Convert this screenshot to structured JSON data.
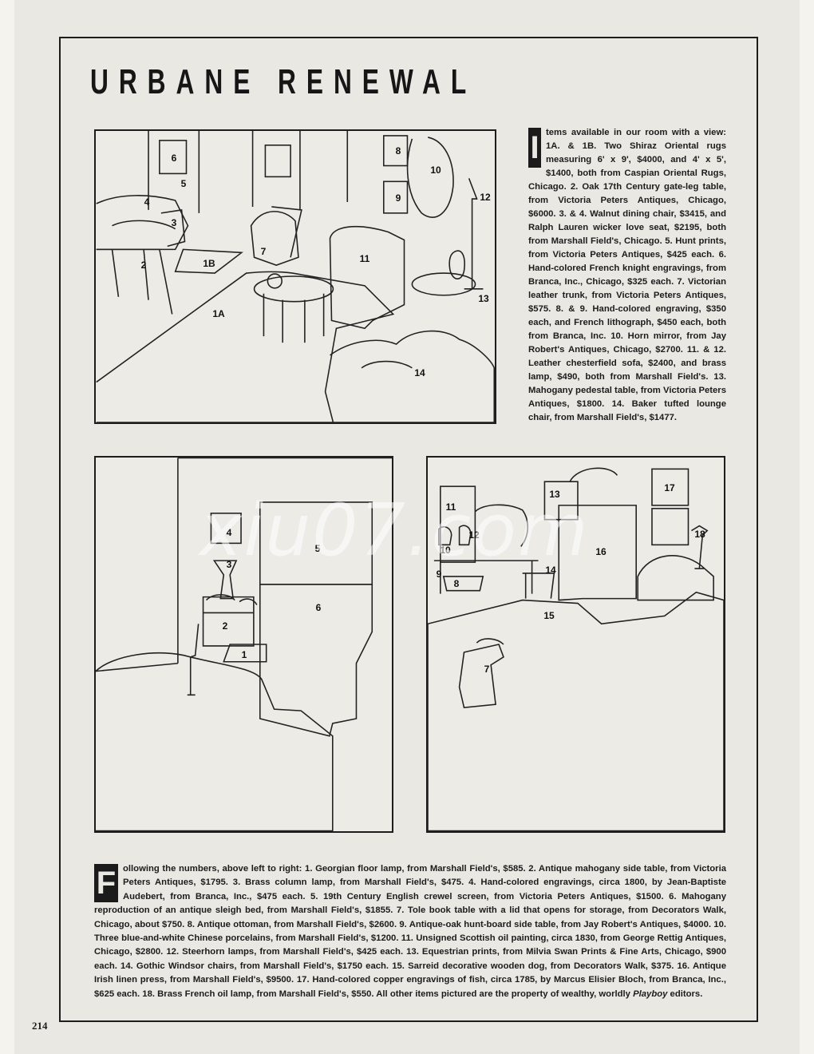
{
  "title": "URBANE RENEWAL",
  "page_number": "214",
  "watermark": "xiu07.com",
  "top_panel": {
    "labels": [
      "6",
      "5",
      "4",
      "3",
      "2",
      "1B",
      "1A",
      "7",
      "8",
      "9",
      "10",
      "12",
      "11",
      "13",
      "14"
    ]
  },
  "bottom_left_panel": {
    "labels": [
      "4",
      "3",
      "5",
      "6",
      "2",
      "1"
    ]
  },
  "bottom_right_panel": {
    "labels": [
      "11",
      "13",
      "17",
      "12",
      "10",
      "16",
      "18",
      "9",
      "8",
      "14",
      "15",
      "7"
    ]
  },
  "caption_right": {
    "dropcap": "I",
    "text": "tems available in our room with a view: 1A. & 1B. Two Shiraz Oriental rugs measuring 6' x 9', $4000, and 4' x 5', $1400, both from Caspian Oriental Rugs, Chicago. 2. Oak 17th Century gate-leg table, from Victoria Peters Antiques, Chicago, $6000. 3. & 4. Walnut dining chair, $3415, and Ralph Lauren wicker love seat, $2195, both from Marshall Field's, Chicago. 5. Hunt prints, from Victoria Peters Antiques, $425 each. 6. Hand-colored French knight engravings, from Branca, Inc., Chicago, $325 each. 7. Victorian leather trunk, from Victoria Peters Antiques, $575. 8. & 9. Hand-colored engraving, $350 each, and French lithograph, $450 each, both from Branca, Inc. 10. Horn mirror, from Jay Robert's Antiques, Chicago, $2700. 11. & 12. Leather chesterfield sofa, $2400, and brass lamp, $490, both from Marshall Field's. 13. Mahogany pedestal table, from Victoria Peters Antiques, $1800. 14. Baker tufted lounge chair, from Marshall Field's, $1477."
  },
  "caption_bottom": {
    "dropcap": "F",
    "text": "ollowing the numbers, above left to right: 1. Georgian floor lamp, from Marshall Field's, $585. 2. Antique mahogany side table, from Victoria Peters Antiques, $1795. 3. Brass column lamp, from Marshall Field's, $475. 4. Hand-colored engravings, circa 1800, by Jean-Baptiste Audebert, from Branca, Inc., $475 each. 5. 19th Century English crewel screen, from Victoria Peters Antiques, $1500. 6. Mahogany reproduction of an antique sleigh bed, from Marshall Field's, $1855. 7. Tole book table with a lid that opens for storage, from Decorators Walk, Chicago, about $750. 8. Antique ottoman, from Marshall Field's, $2600. 9. Antique-oak hunt-board side table, from Jay Robert's Antiques, $4000. 10. Three blue-and-white Chinese porcelains, from Marshall Field's, $1200. 11. Unsigned Scottish oil painting, circa 1830, from George Rettig Antiques, Chicago, $2800. 12. Steerhorn lamps, from Marshall Field's, $425 each. 13. Equestrian prints, from Milvia Swan Prints & Fine Arts, Chicago, $900 each. 14. Gothic Windsor chairs, from Marshall Field's, $1750 each. 15. Sarreid decorative wooden dog, from Decorators Walk, $375. 16. Antique Irish linen press, from Marshall Field's, $9500. 17. Hand-colored copper engravings of fish, circa 1785, by Marcus Elisier Bloch, from Branca, Inc., $625 each. 18. Brass French oil lamp, from Marshall Field's, $550. All other items pictured are the property of wealthy, worldly ",
    "italic_tail": "Playboy",
    "end": " editors."
  }
}
